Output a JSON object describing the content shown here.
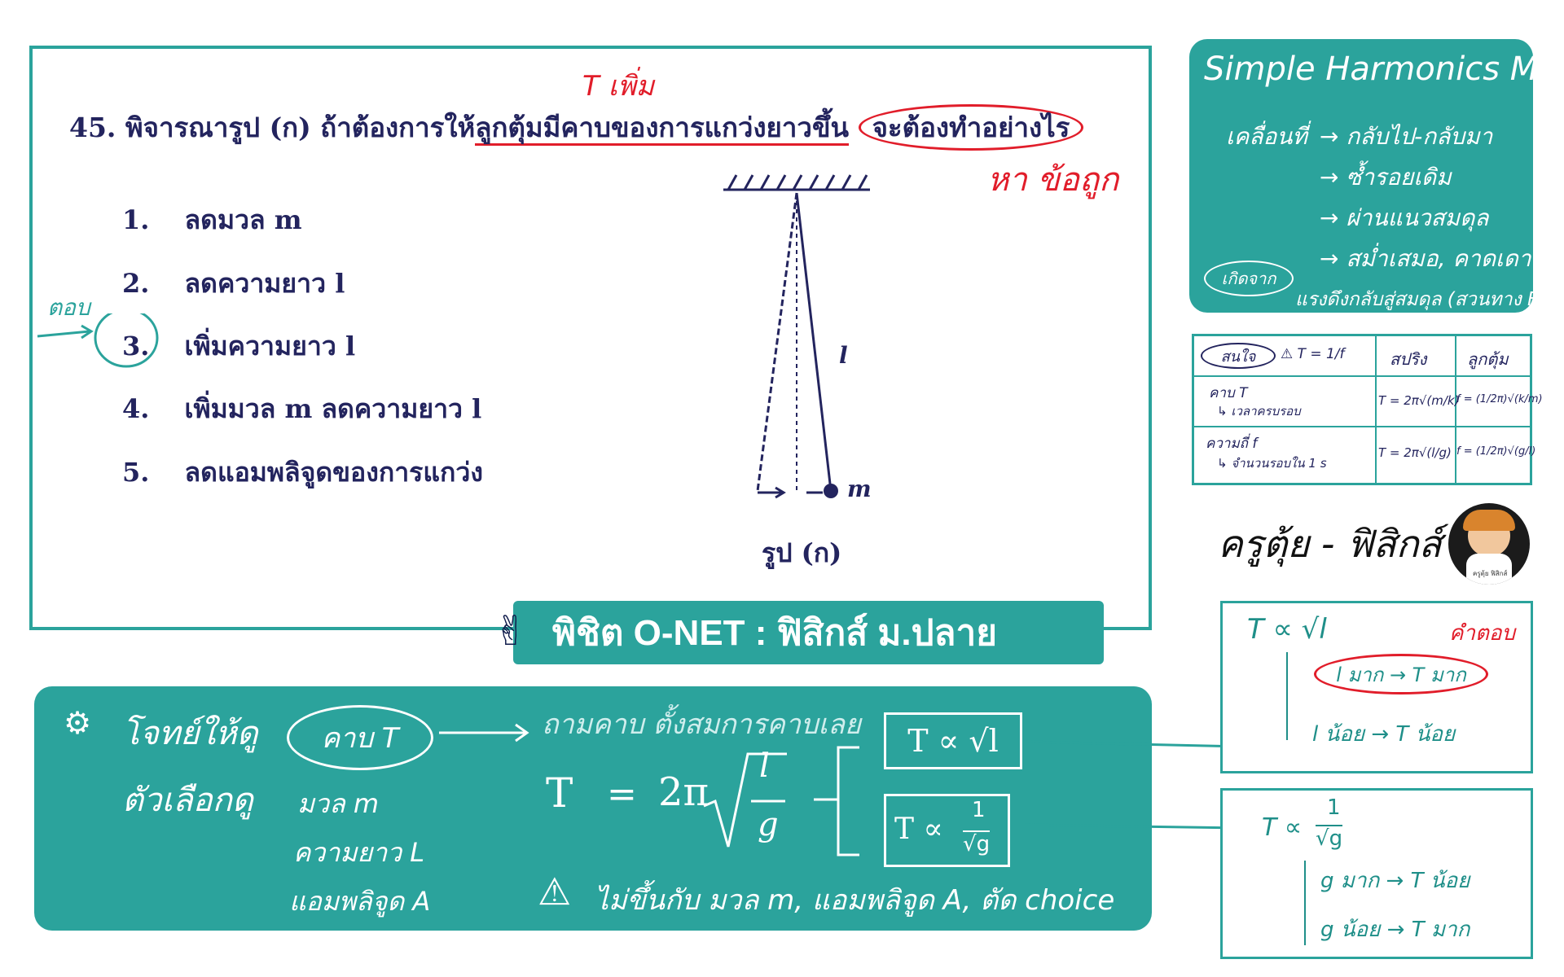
{
  "question": {
    "number": "45.",
    "text_before": "พิจารณารูป (ก) ถ้าต้องการให้",
    "text_underlined": "ลูกตุ้มมีคาบของการแกว่งยาวขึ้น",
    "text_circled": "จะต้องทำอย่างไร",
    "annotation_top": "T เพิ่ม",
    "annotation_find": "หา ข้อถูก",
    "answer_mark": "ตอบ",
    "options": [
      {
        "num": "1.",
        "text": "ลดมวล m"
      },
      {
        "num": "2.",
        "text": "ลดความยาว l"
      },
      {
        "num": "3.",
        "text": "เพิ่มความยาว l"
      },
      {
        "num": "4.",
        "text": "เพิ่มมวล m ลดความยาว l"
      },
      {
        "num": "5.",
        "text": "ลดแอมพลิจูดของการแกว่ง"
      }
    ],
    "figure": {
      "length_label": "l",
      "mass_label": "m",
      "caption": "รูป (ก)"
    }
  },
  "banner": {
    "title": "พิชิต O-NET : ฟิสิกส์ ม.ปลาย"
  },
  "bottom": {
    "item1": "โจทย์ให้ดู",
    "item2": "ตัวเลือกดู",
    "asked": "คาบ T",
    "var_m": "มวล m",
    "var_l": "ความยาว L",
    "var_a": "แอมพลิจูด A",
    "formula_note": "ถามคาบ ตั้งสมการคาบเลย",
    "formula_lhs": "T",
    "formula_eq": "=",
    "formula_rhs": "2π",
    "formula_num": "l",
    "formula_den": "g",
    "prop1": "T ∝ √l",
    "prop2_lhs": "T ∝",
    "prop2_num": "1",
    "prop2_den": "√g",
    "warning": "ไม่ขึ้นกับ มวล m, แอมพลิจูด A, ตัด choice"
  },
  "shm": {
    "title": "Simple Harmonics Motions",
    "moves": "เคลื่อนที่",
    "points": [
      "กลับไป-กลับมา",
      "ซ้ำรอยเดิม",
      "ผ่านแนวสมดุล",
      "สม่ำเสมอ, คาดเดาได้"
    ],
    "cause_label": "เกิดจาก",
    "cause": "แรงดึงกลับสู่สมดุล (สวนทาง F)"
  },
  "table": {
    "h1": "สนใจ",
    "h1b": "⚠ T = 1/f",
    "h2": "สปริง",
    "h3": "ลูกตุ้ม",
    "r1_label": "คาบ T",
    "r1_sub": "↳ เวลาครบรอบ",
    "r1_spring": "T = 2π√(m/k)",
    "r1_pend": "f = (1/2π)√(k/m)",
    "r2_label": "ความถี่ f",
    "r2_sub": "↳ จำนวนรอบใน 1 s",
    "r2_spring": "T = 2π√(l/g)",
    "r2_pend": "f = (1/2π)√(g/l)"
  },
  "teacher": {
    "name": "ครูตุ้ย - ฟิสิกส์",
    "avatar_caption": "ครูตุ้ย ฟิสิกส์"
  },
  "answer_box1": {
    "title": "T ∝ √l",
    "tag": "คำตอบ",
    "row1": "l มาก → T มาก",
    "row2": "l น้อย → T น้อย"
  },
  "answer_box2": {
    "title_lhs": "T ∝",
    "title_num": "1",
    "title_den": "√g",
    "row1": "g มาก → T น้อย",
    "row2": "g น้อย → T มาก"
  },
  "colors": {
    "teal": "#2ba39c",
    "red": "#e11d2a",
    "ink": "#23245e"
  }
}
